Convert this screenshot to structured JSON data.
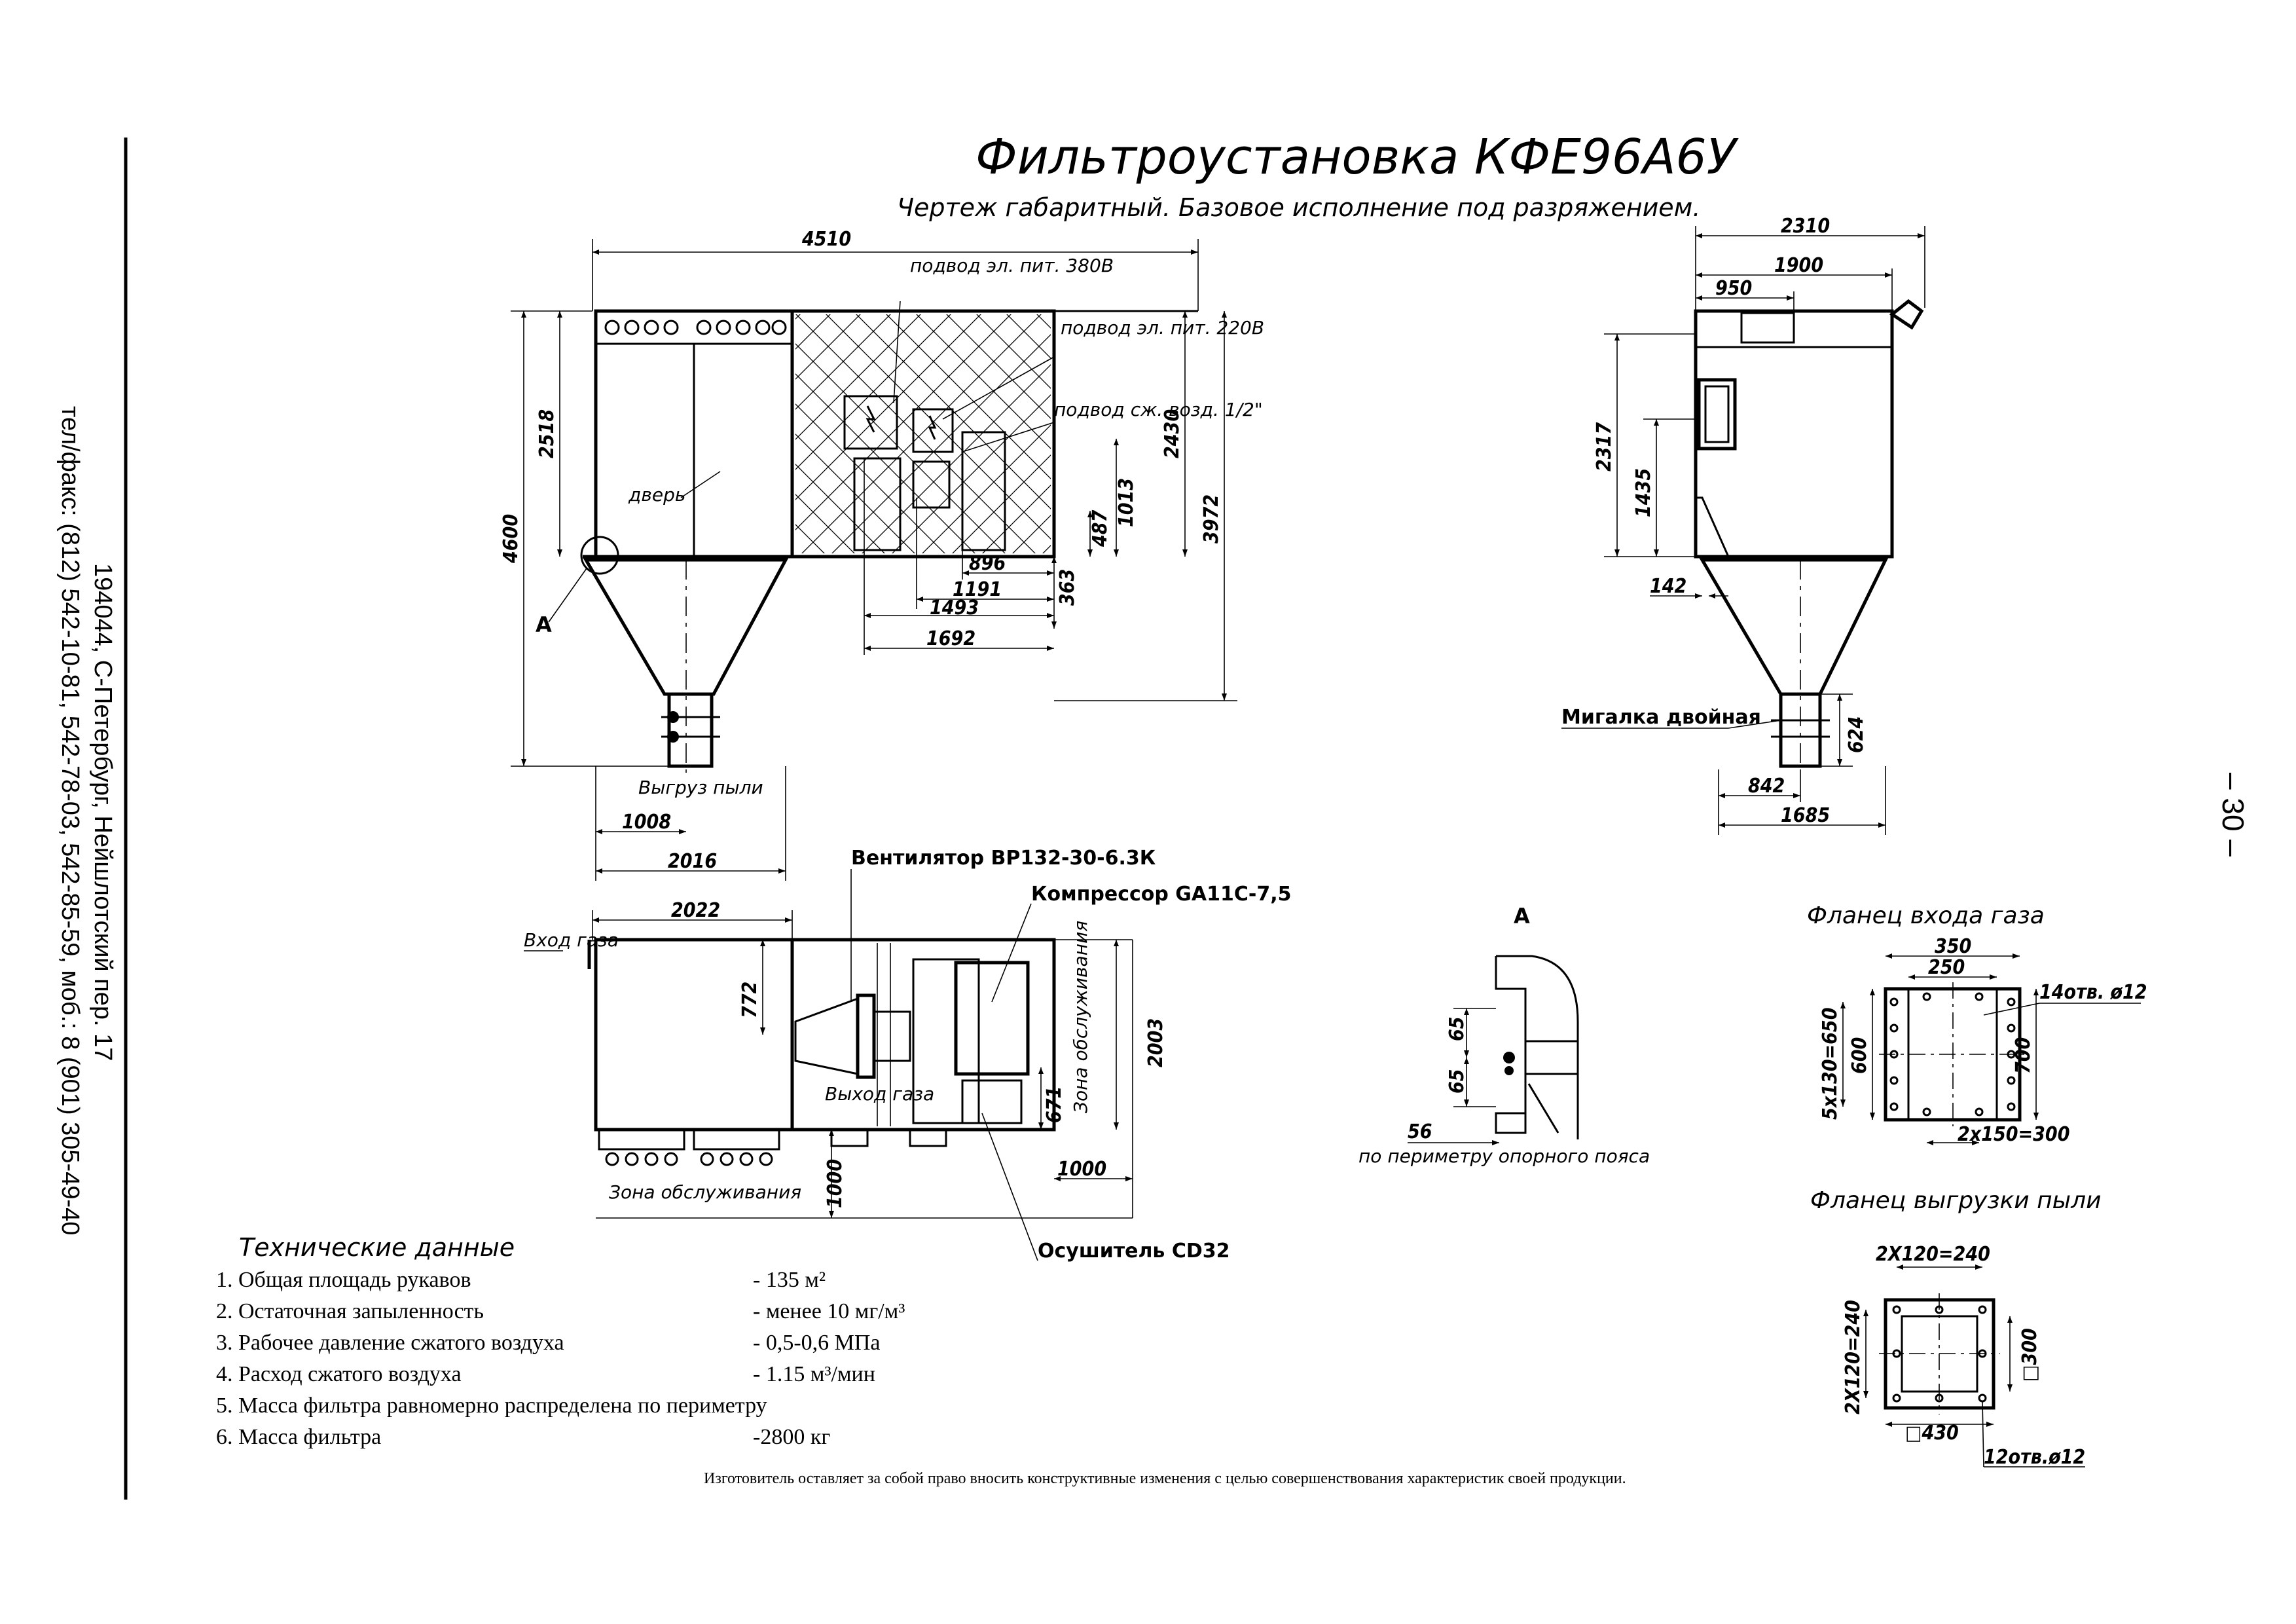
{
  "title": "Фильтроустановка КФЕ96А6У",
  "subtitle": "Чертеж габаритный. Базовое исполнение под разряжением.",
  "side_text": {
    "address": "194044, С-Петербург, Нейшлотский пер. 17",
    "phones": "тел/факс: (812) 542-10-81, 542-78-03, 542-85-59, моб.: 8 (901) 305-49-40"
  },
  "page_number": "– 30 –",
  "front_view": {
    "dims": {
      "overall_width": "4510",
      "total_height": "4600",
      "housing_height": "2518",
      "cabinet_height": "2430",
      "overall_height": "3972",
      "d1013": "1013",
      "d487": "487",
      "d363": "363",
      "d896": "896",
      "d1191": "1191",
      "d1493": "1493",
      "d1692": "1692",
      "d1008": "1008",
      "d2016": "2016"
    },
    "labels": {
      "power_380": "подвод эл. пит. 380В",
      "power_220": "подвод эл. пит. 220В",
      "air_supply": "подвод сж. возд. 1/2\"",
      "door": "дверь",
      "detail_a": "А",
      "dust_unload": "Выгруз пыли"
    }
  },
  "side_view": {
    "dims": {
      "d2310": "2310",
      "d1900": "1900",
      "d950": "950",
      "d2317": "2317",
      "d1435": "1435",
      "d142": "142",
      "d624": "624",
      "d842": "842",
      "d1685": "1685"
    },
    "labels": {
      "double_flap": "Мигалка двойная"
    }
  },
  "plan_view": {
    "dims": {
      "d2022": "2022",
      "d772": "772",
      "d2003": "2003",
      "d671": "671",
      "d1000a": "1000",
      "d1000b": "1000"
    },
    "labels": {
      "gas_inlet": "Вход газа",
      "gas_outlet": "Выход газа",
      "service_zone_bottom": "Зона обслуживания",
      "service_zone_right": "Зона обслуживания",
      "fan": "Вентилятор ВР132-30-6.3К",
      "compressor": "Компрессор GA11С-7,5",
      "dryer": "Осушитель СD32"
    }
  },
  "detail_a": {
    "title": "А",
    "dims": {
      "d65a": "65",
      "d65b": "65",
      "d56": "56"
    },
    "note": "по периметру опорного пояса"
  },
  "flange_inlet": {
    "title": "Фланец входа газа",
    "dims": {
      "d350": "350",
      "d250": "250",
      "holes": "14отв. ø12",
      "d5x130": "5х130=650",
      "d600": "600",
      "d700": "700",
      "d2x150": "2х150=300"
    }
  },
  "flange_dust": {
    "title": "Фланец выгрузки пыли",
    "dims": {
      "top": "2Х120=240",
      "left": "2Х120=240",
      "d300": "□300",
      "d430": "□430",
      "holes": "12отв.ø12"
    }
  },
  "tech": {
    "heading": "Технические данные",
    "rows": [
      {
        "label": "1. Общая площадь рукавов",
        "value": "- 135 м²"
      },
      {
        "label": "2. Остаточная запыленность",
        "value": "- менее 10 мг/м³"
      },
      {
        "label": "3. Рабочее давление сжатого воздуха",
        "value": "- 0,5-0,6 МПа"
      },
      {
        "label": "4. Расход сжатого воздуха",
        "value": "- 1.15 м³/мин"
      },
      {
        "label": "5. Масса фильтра равномерно распределена по периметру",
        "value": ""
      },
      {
        "label": "6. Масса фильтра",
        "value": "-2800 кг"
      }
    ]
  },
  "footnote": "Изготовитель оставляет за собой право вносить конструктивные изменения с целью совершенствования характеристик своей продукции."
}
